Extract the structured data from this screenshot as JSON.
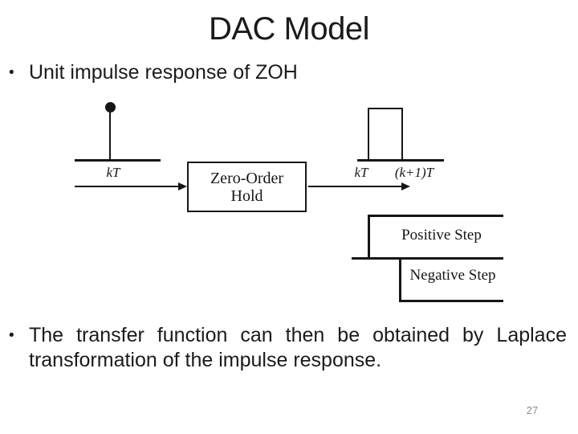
{
  "slide": {
    "title": "DAC Model",
    "bullet_glyph": "•",
    "bullet1": "Unit impulse response of ZOH",
    "bullet2": "The transfer function can then be obtained by Laplace transformation of the impulse response.",
    "page_number": "27"
  },
  "diagram": {
    "input_time_label": "kT",
    "zoh_line1": "Zero-Order",
    "zoh_line2": "Hold",
    "output_time_label_left": "kT",
    "output_time_label_right": "(k+1)T",
    "positive_step_label": "Positive Step",
    "negative_step_label": "Negative Step"
  },
  "colors": {
    "ink": "#161616",
    "text": "#1b1b1b",
    "page_number": "#8c8c8c",
    "background": "#ffffff"
  }
}
